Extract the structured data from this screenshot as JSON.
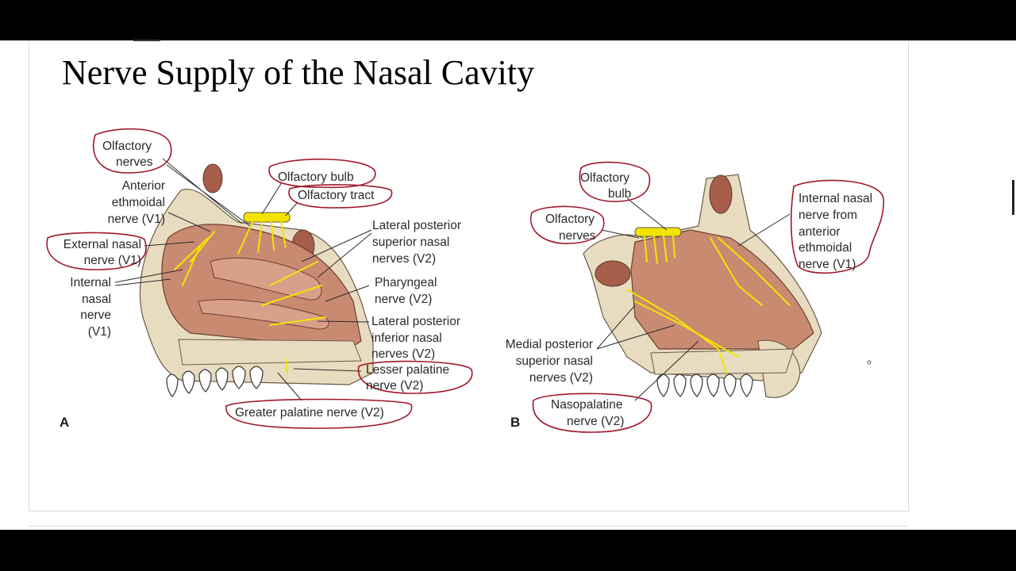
{
  "title": "Nerve Supply of the Nasal Cavity",
  "panel_a": {
    "letter": "A",
    "labels": {
      "olfactory_nerves": [
        "Olfactory",
        "nerves"
      ],
      "anterior_ethmoidal": [
        "Anterior",
        "ethmoidal",
        "nerve (V1)"
      ],
      "external_nasal": [
        "External nasal",
        "nerve (V1)"
      ],
      "internal_nasal": [
        "Internal",
        "nasal",
        "nerve",
        "(V1)"
      ],
      "olfactory_bulb": "Olfactory bulb",
      "olfactory_tract": "Olfactory tract",
      "lateral_posterior_superior": [
        "Lateral posterior",
        "superior nasal",
        "nerves (V2)"
      ],
      "pharyngeal": [
        "Pharyngeal",
        "nerve (V2)"
      ],
      "lateral_posterior_inferior": [
        "Lateral posterior",
        "inferior nasal",
        "nerves (V2)"
      ],
      "lesser_palatine": [
        "Lesser palatine",
        "nerve (V2)"
      ],
      "greater_palatine": "Greater palatine nerve (V2)"
    }
  },
  "panel_b": {
    "letter": "B",
    "labels": {
      "olfactory_bulb": [
        "Olfactory",
        "bulb"
      ],
      "olfactory_nerves": [
        "Olfactory",
        "nerves"
      ],
      "internal_nasal_from_ae": [
        "Internal nasal",
        "nerve from",
        "anterior",
        "ethmoidal",
        "nerve (V1)"
      ],
      "medial_posterior_superior": [
        "Medial posterior",
        "superior nasal",
        "nerves (V2)"
      ],
      "nasopalatine": [
        "Nasopalatine",
        "nerve (V2)"
      ]
    }
  },
  "colors": {
    "mucosa": "#c98a72",
    "bone": "#e8dcc0",
    "nerve": "#f2e400",
    "annotation": "#a0172a"
  }
}
